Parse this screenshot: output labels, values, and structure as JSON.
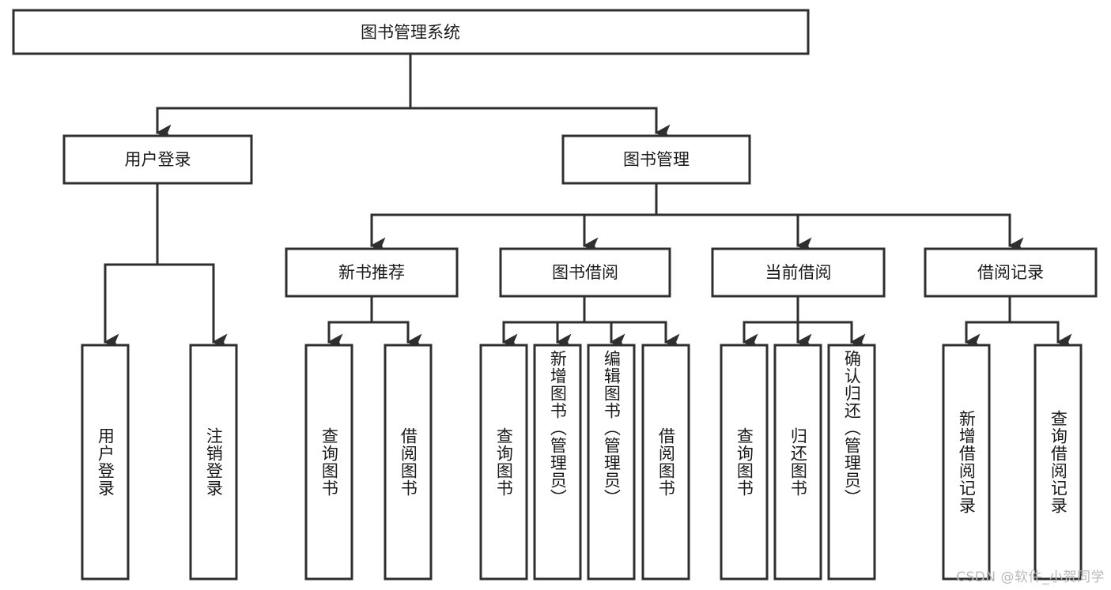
{
  "diagram": {
    "title_node": {
      "label": "图书管理系统"
    },
    "level1": [
      {
        "id": "user-login",
        "label": "用户登录"
      },
      {
        "id": "book-management",
        "label": "图书管理"
      }
    ],
    "level2": [
      {
        "id": "new-book-recommend",
        "label": "新书推荐",
        "parent": "book-management"
      },
      {
        "id": "book-borrow",
        "label": "图书借阅",
        "parent": "book-management"
      },
      {
        "id": "current-borrow",
        "label": "当前借阅",
        "parent": "book-management"
      },
      {
        "id": "borrow-record",
        "label": "借阅记录",
        "parent": "book-management"
      }
    ],
    "leaves": [
      {
        "id": "leaf-user-login",
        "label": "用户登录",
        "parent": "user-login"
      },
      {
        "id": "leaf-logout-login",
        "label": "注销登录",
        "parent": "user-login"
      },
      {
        "id": "leaf-query-book-1",
        "label": "查询图书",
        "parent": "new-book-recommend"
      },
      {
        "id": "leaf-borrow-book-1",
        "label": "借阅图书",
        "parent": "new-book-recommend"
      },
      {
        "id": "leaf-query-book-2",
        "label": "查询图书",
        "parent": "book-borrow"
      },
      {
        "id": "leaf-add-book",
        "label": "新增图书（管理员）",
        "parent": "book-borrow"
      },
      {
        "id": "leaf-edit-book",
        "label": "编辑图书（管理员）",
        "parent": "book-borrow"
      },
      {
        "id": "leaf-borrow-book-2",
        "label": "借阅图书",
        "parent": "book-borrow"
      },
      {
        "id": "leaf-query-book-3",
        "label": "查询图书",
        "parent": "current-borrow"
      },
      {
        "id": "leaf-return-book",
        "label": "归还图书",
        "parent": "current-borrow"
      },
      {
        "id": "leaf-confirm-return",
        "label": "确认归还（管理员）",
        "parent": "current-borrow"
      },
      {
        "id": "leaf-add-borrow-record",
        "label": "新增借阅记录",
        "parent": "borrow-record"
      },
      {
        "id": "leaf-query-borrow-record",
        "label": "查询借阅记录",
        "parent": "borrow-record"
      }
    ],
    "watermark": "CSDN @软件_小贺同学",
    "colors": {
      "stroke": "#2f2f2f",
      "fill": "#ffffff",
      "text": "#1a1a1a",
      "watermark": "#b9b9b9"
    }
  }
}
